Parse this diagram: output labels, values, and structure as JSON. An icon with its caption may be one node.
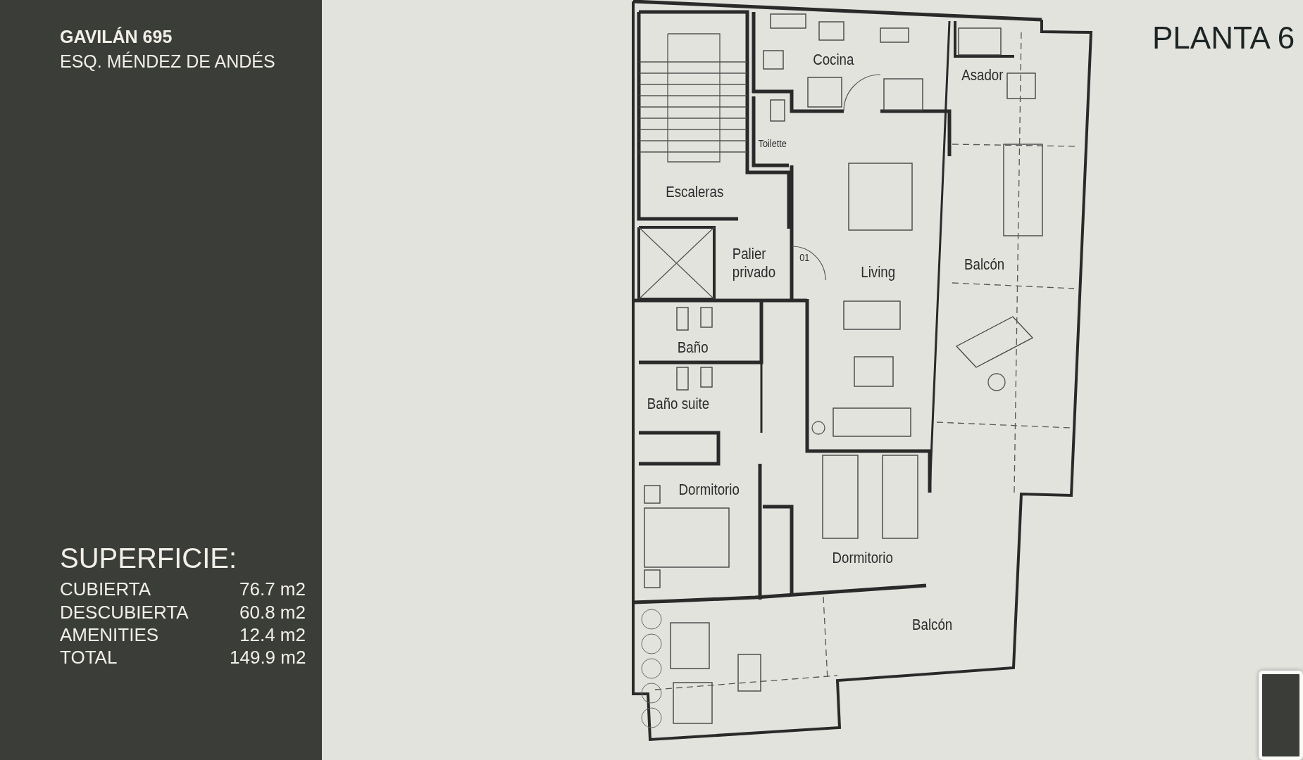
{
  "diagram": {
    "title": "PLANTA 6",
    "labels": [
      "GAVILÁN 695",
      "ESQ. MÉNDEZ DE ANDÉS",
      "Cocina",
      "Asador",
      "Toilette",
      "Escaleras",
      "Palier privado",
      "01",
      "Living",
      "Balcón",
      "Baño",
      "Baño suite",
      "Dormitorio",
      "Dormitorio",
      "Balcón",
      "SUPERFICIE:",
      "CUBIERTA",
      "76.7 m2",
      "DESCUBIERTA",
      "60.8 m2",
      "AMENITIES",
      "12.4 m2",
      "TOTAL",
      "149.9 m2"
    ]
  }
}
